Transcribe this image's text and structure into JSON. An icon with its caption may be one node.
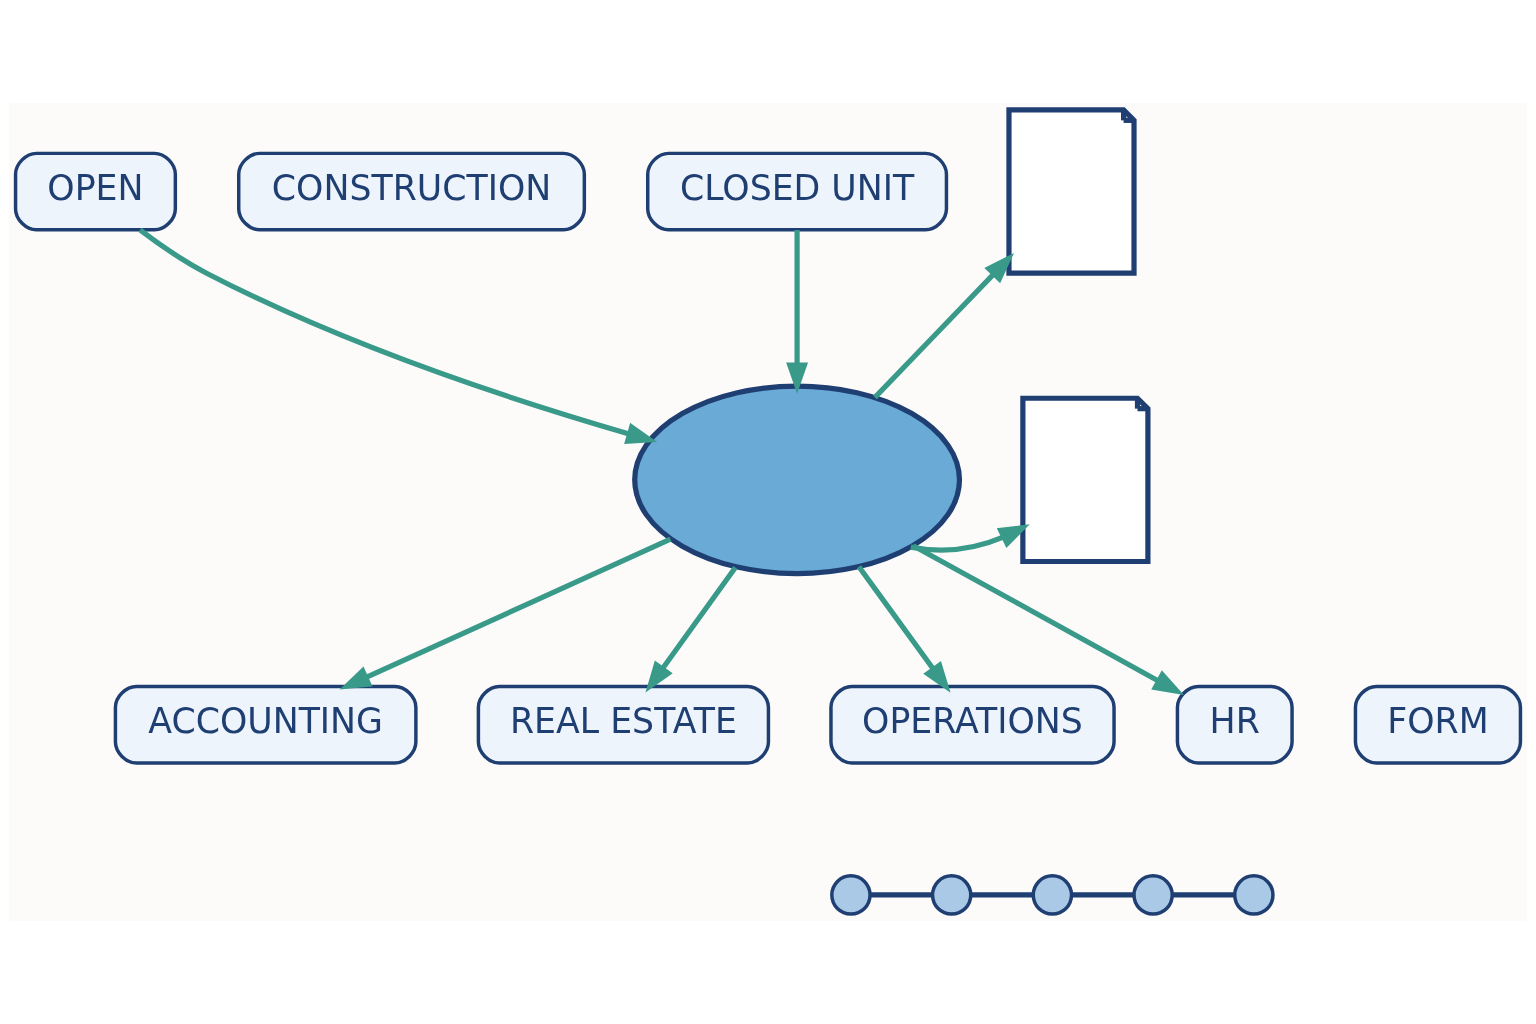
{
  "diagram": {
    "nodes": [
      {
        "text": [
          "OPEN"
        ]
      },
      {
        "text": [
          "CONSTRUCTION"
        ]
      },
      {
        "text": [
          "CLOSED UNIT"
        ]
      },
      {
        "text": [],
        "shape": "picture"
      },
      {
        "text": [],
        "shape": "cloud"
      },
      {
        "text": [],
        "shape": "picture"
      },
      {
        "text": [
          "ACCOUNTING"
        ]
      },
      {
        "text": [
          "REAL ESTATE"
        ]
      },
      {
        "text": [
          "OPERATIONS"
        ]
      },
      {
        "text": [
          "HR"
        ]
      },
      {
        "text": [
          "FORM"
        ]
      },
      {
        "text": [],
        "shape": "circle"
      },
      {
        "text": [],
        "shape": "circle"
      },
      {
        "text": [],
        "shape": "circle"
      },
      {
        "text": [],
        "shape": "circle"
      },
      {
        "text": [],
        "shape": "circle"
      }
    ],
    "edges": [
      {
        "from": 0,
        "to": 4,
        "arrow": "to"
      },
      {
        "from": 2,
        "to": 4,
        "arrow": "to"
      },
      {
        "from": 4,
        "to": 3,
        "arrow": "to"
      },
      {
        "from": 4,
        "to": 5,
        "arrow": "to"
      },
      {
        "from": 4,
        "to": 6,
        "arrow": "to"
      },
      {
        "from": 4,
        "to": 7,
        "arrow": "to"
      },
      {
        "from": 4,
        "to": 8,
        "arrow": "to"
      },
      {
        "from": 4,
        "to": 9,
        "arrow": "to"
      },
      {
        "from": 11,
        "to": 12,
        "arrow": "none",
        "color": "#1f3f73"
      },
      {
        "from": 12,
        "to": 13,
        "arrow": "none",
        "color": "#1f3f73"
      },
      {
        "from": 13,
        "to": 14,
        "arrow": "none",
        "color": "#1f3f73"
      },
      {
        "from": 14,
        "to": 15,
        "arrow": "none",
        "color": "#1f3f73"
      }
    ]
  }
}
